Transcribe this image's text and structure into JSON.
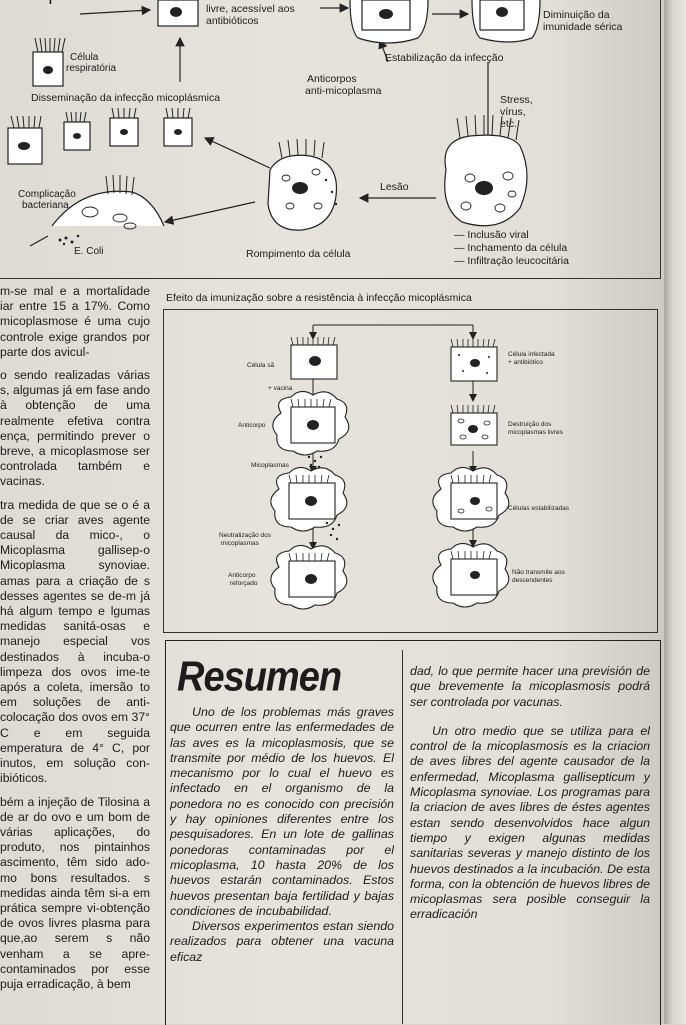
{
  "top_diagram": {
    "plus_sign": "+",
    "label_partial_top": "livre, acessível aos",
    "label_antibioticos": "antibióticos",
    "label_diminuicao": "Diminuição da",
    "label_imunidade": "imunidade sérica",
    "label_celula": "Célula",
    "label_respiratoria": "respiratória",
    "label_estabilizacao": "Estabilização da infecção",
    "label_anticorpos": "Anticorpos",
    "label_antimicoplasma": "anti-micoplasma",
    "label_disseminacao": "Disseminação da infecção micoplásmica",
    "label_stress": "Stress,",
    "label_virus": "vírus,",
    "label_etc": "etc.",
    "label_complicacao": "Complicação",
    "label_bacteriana": "bacteriana",
    "label_lesao": "Lesão",
    "label_ecoli": "E. Coli",
    "label_rompimento": "Rompimento da célula",
    "bullet_1": "— Inclusão viral",
    "bullet_2": "— Inchamento da célula",
    "bullet_3": "— Infiltração leucocitária"
  },
  "figure2": {
    "title": "Efeito da imunização sobre a resistência à infecção micoplásmica",
    "celula_sa": "Célula sã",
    "vacina": "+ vacina",
    "anticorpo": "Anticorpo",
    "micoplasmas": "Micoplasmas",
    "neutralizacao_1": "Neutralização dos",
    "neutralizacao_2": "micoplasmas",
    "reforcado_1": "Anticorpo",
    "reforcado_2": "reforçado",
    "infectada_1": "Célula infectada",
    "infectada_2": "+ antibiótico",
    "destruicao_1": "Destruição dos",
    "destruicao_2": "micoplasmas livres",
    "estabilizadas": "Células estabilizadas",
    "nao_transmite_1": "Não transmite aos",
    "nao_transmite_2": "descendentes"
  },
  "left_column": {
    "p1": "m-se mal e a mortalidade iar entre 15 a 17%. Como micoplasmose é uma cujo controle exige grandos por parte dos avicul-",
    "p2": "o sendo realizadas várias s, algumas já em fase ando à obtenção de uma realmente efetiva contra ença, permitindo prever o breve, a micoplasmose ser controlada também e vacinas.",
    "p3": "tra medida de que se o é a de se criar aves agente causal da mico-, o Micoplasma gallisep-o Micoplasma synoviae. amas para a criação de s desses agentes se de-m já há algum tempo e lgumas medidas sanitá-osas e manejo especial vos destinados à incuba-o limpeza dos ovos ime-te após a coleta, imersão to em soluções de anti-colocação dos ovos em 37° C e em seguida emperatura de 4° C, por inutos, em solução con-ibióticos.",
    "p4": "bém a injeção de Tilosina a de ar do ovo e um bom de várias aplicações, do produto, nos pintainhos ascimento, têm sido ado-mo bons resultados. s medidas ainda têm si-a em prática sempre vi-obtenção de ovos livres plasma para que,ao serem s não venham a se apre-contaminados por esse puja erradicação, à bem"
  },
  "resumen": {
    "title": "Resumen",
    "col1_p1": "Uno de los problemas más graves que ocurren entre las enfermedades de las aves es la micoplasmosis, que se transmite por médio de los huevos. El mecanismo por lo cual el huevo es infectado en el organismo de la ponedora no es conocido con precisión y hay opiniones diferentes entre los pesquisadores. En un lote de gallinas ponedoras contaminadas por el micoplasma, 10 hasta 20% de los huevos estarán contaminados. Estos huevos presentan baja fertilidad y bajas condiciones de incubabilidad.",
    "col1_p2": "Diversos experimentos estan siendo realizados para obtener una vacuna eficaz",
    "col2_p1": "dad, lo que permite hacer una previsión de que brevemente la micoplasmosis podrá ser controlada por vacunas.",
    "col2_p2": "Un otro medio que se utiliza para el control de la micoplasmosis es la criacion de aves libres del agente causador de la enfermedad, Micoplasma gallisepticum y Micoplasma synoviae. Los programas para la criacion de aves libres de éstes agentes estan sendo desenvolvidos hace algun tiempo y exigen algunas medidas sanitarias severas y manejo distinto de los huevos destinados a la incubación. De esta forma, con la obtención de huevos libres de micoplasmas sera posible conseguir la erradicación"
  }
}
